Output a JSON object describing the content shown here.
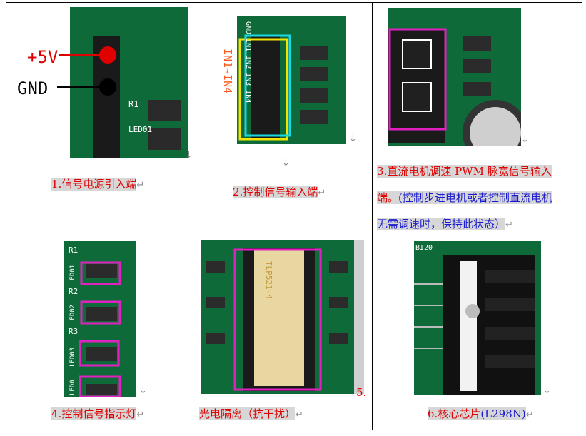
{
  "colors": {
    "pcb_green": "#0f6a3a",
    "caption_red": "#e00000",
    "caption_blue": "#1a1ad0",
    "highlight_gray": "#d7d7d7",
    "box_magenta": "#e020c0",
    "box_yellow": "#f2e400",
    "box_cyan": "#18d8e0",
    "label_orange": "#ff5a1e"
  },
  "para_mark": "↵",
  "down_arrow": "↓",
  "cells": {
    "c1": {
      "photo_labels": {
        "plus5v": "+5V",
        "gnd": "GND",
        "r1": "R1",
        "led01": "LED01"
      },
      "caption_num": "1.",
      "caption_text": "信号电源引入端"
    },
    "c2": {
      "photo_labels": {
        "in_range": "IN1~IN4",
        "pins": "GND IN1 IN2 IN3 IN4"
      },
      "caption_num": "2.",
      "caption_text": "控制信号输入端"
    },
    "c3": {
      "caption_line1_num": "3.",
      "caption_line1": "直流电机调速 PWM 脉宽信号输入",
      "caption_line2_red": "端。",
      "caption_line2_blue": "(控制步进电机或者控制直流电机",
      "caption_line3": "无需调速时，保持此状态）"
    },
    "c4": {
      "photo_labels": {
        "r1": "R1",
        "led01": "LED01",
        "r2": "R2",
        "led02": "LED02",
        "r3": "R3",
        "led03": "LED03",
        "led04": "LED0"
      },
      "caption_num": "4.",
      "caption_text": "控制信号指示灯"
    },
    "c5": {
      "chip_text": "TLP521-4",
      "side_num": "5.",
      "caption_text": "光电隔离（抗干扰）"
    },
    "c6": {
      "photo_labels": {
        "top": "BI20"
      },
      "caption_num": "6.",
      "caption_text": "核心芯片",
      "caption_part": "(L298N)"
    }
  }
}
